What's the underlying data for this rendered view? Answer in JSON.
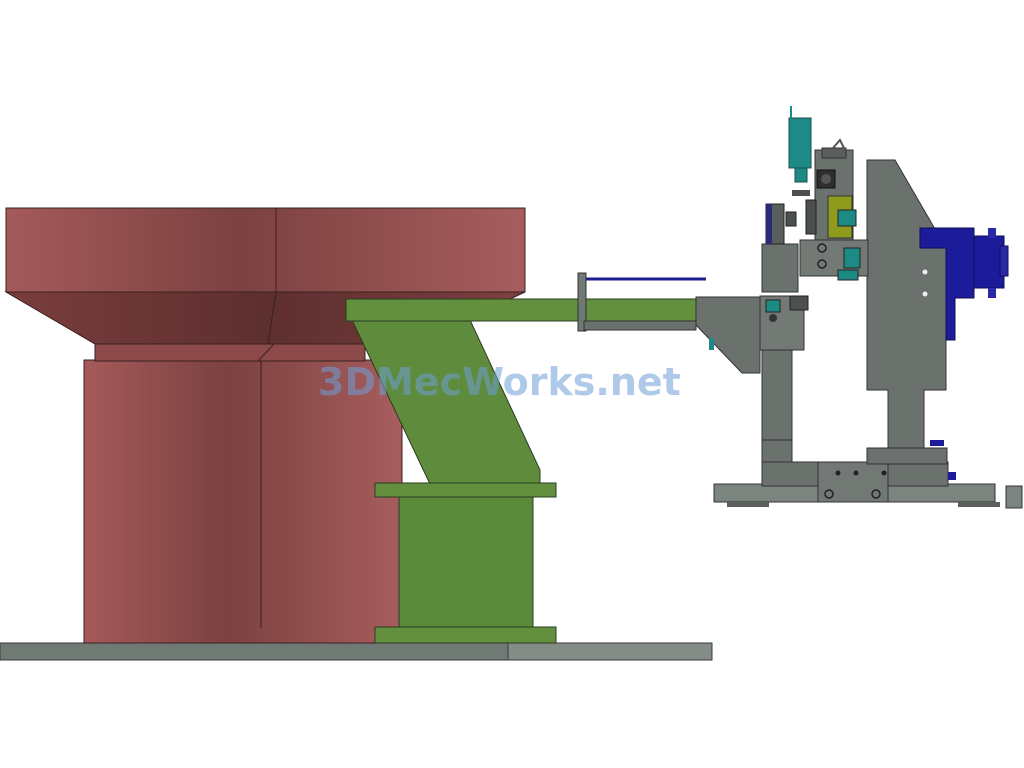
{
  "watermark": {
    "text": "3DMecWorks.net"
  },
  "colors": {
    "background": "#ffffff",
    "bowl": "#9a5555",
    "bowl_dark": "#6b3636",
    "arm": "#5f8a3e",
    "machine_gray": "#6b716d",
    "base_plate": "#7b847f",
    "motor_blue": "#1c1c9a",
    "teal": "#1e8a86",
    "olive": "#8f9b1d"
  },
  "parts": [
    "vibratory-bowl-feeder",
    "feeder-stand",
    "linear-track-arm",
    "pick-and-place-machine",
    "servo-motor",
    "base-plate"
  ]
}
